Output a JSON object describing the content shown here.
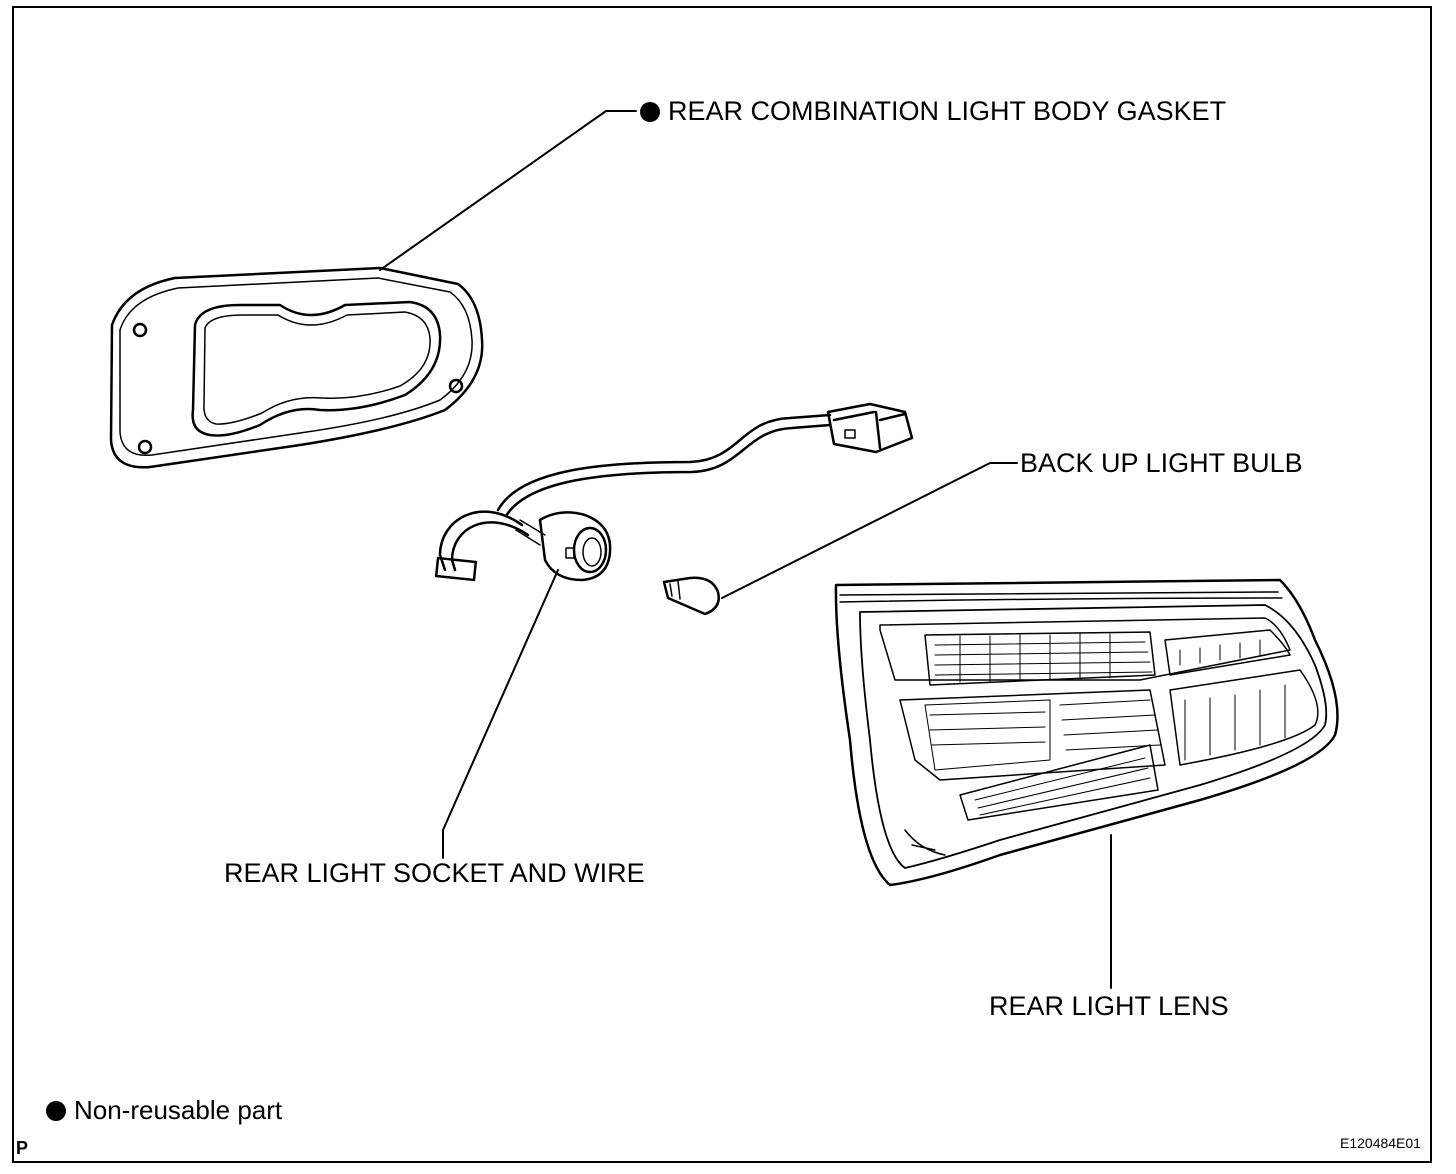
{
  "labels": {
    "gasket": "REAR COMBINATION LIGHT BODY GASKET",
    "bulb": "BACK UP LIGHT BULB",
    "socket": "REAR LIGHT SOCKET AND WIRE",
    "lens": "REAR LIGHT LENS"
  },
  "legend": {
    "text": "Non-reusable part"
  },
  "corner_mark": "P",
  "figure_code": "E120484E01"
}
